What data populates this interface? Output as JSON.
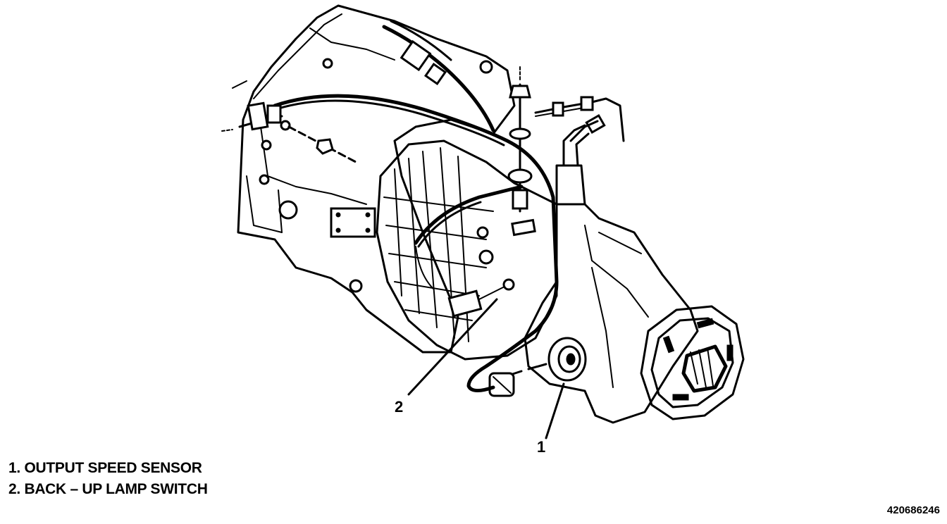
{
  "callouts": [
    {
      "number": "1"
    },
    {
      "number": "2"
    }
  ],
  "legend": [
    {
      "text": "1. OUTPUT SPEED SENSOR"
    },
    {
      "text": "2. BACK – UP LAMP SWITCH"
    }
  ],
  "figure_id": "420686246"
}
